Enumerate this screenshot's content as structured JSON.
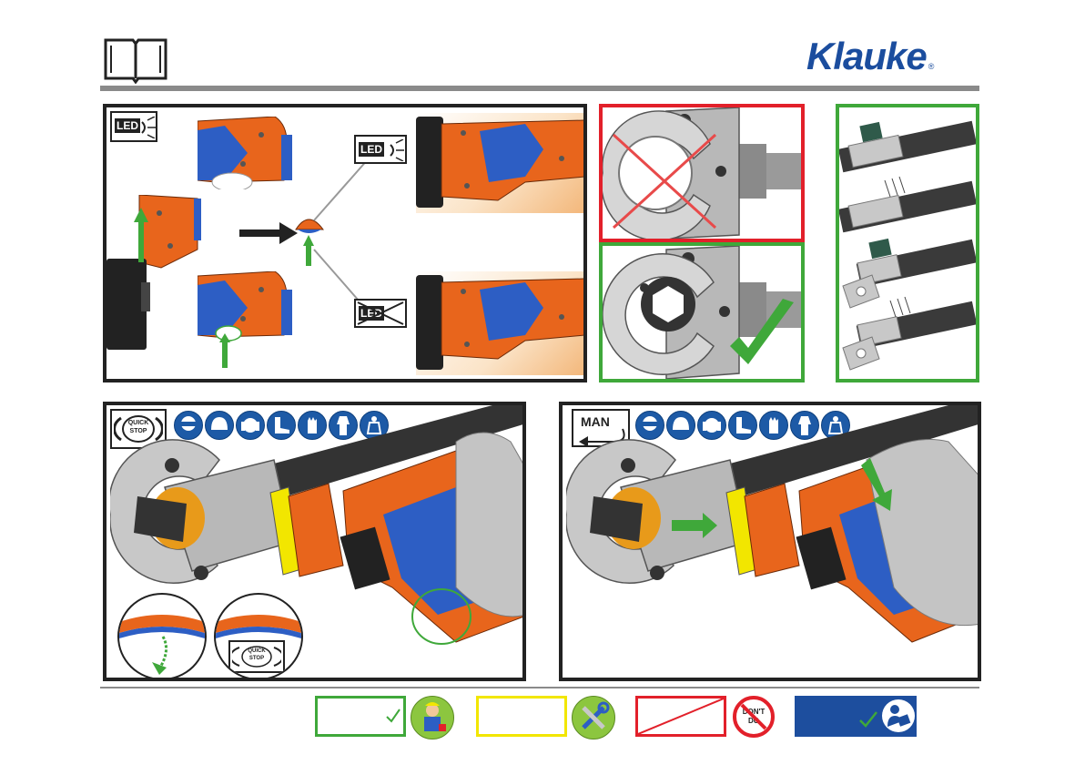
{
  "header": {
    "brand": "Klauke",
    "brand_mark": "®"
  },
  "led_panel": {
    "badge_top": "LED",
    "badge_on": "LED",
    "badge_off": "LED"
  },
  "quickstop_panel": {
    "badge": [
      "QUICK",
      "STOP"
    ],
    "inset_badge": [
      "QUICK",
      "STOP"
    ]
  },
  "man_panel": {
    "badge": "MAN"
  },
  "legend": {
    "dont_icon": [
      "DON'T",
      "DO"
    ]
  },
  "colors": {
    "frame": "#222222",
    "red": "#e2202a",
    "green": "#3fa83a",
    "yellow": "#f2e600",
    "blue": "#1d4e9e",
    "tool_orange": "#e8651c",
    "tool_blue": "#2d5ec4"
  }
}
